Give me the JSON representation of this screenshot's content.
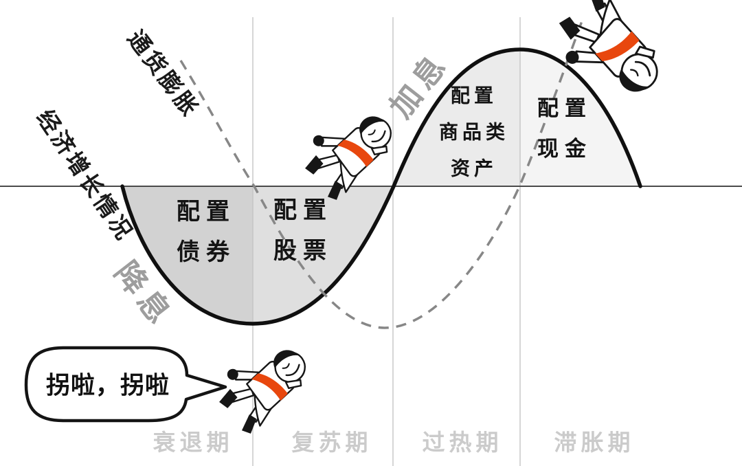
{
  "diagram": {
    "curve_labels": {
      "inflation": "通货膨胀",
      "growth": "经济增长情况"
    },
    "rate_labels": {
      "hike": "加息",
      "cut": "降息"
    },
    "allocations": {
      "bonds": {
        "lines": [
          "配置",
          "债券"
        ]
      },
      "stocks": {
        "lines": [
          "配置",
          "股票"
        ]
      },
      "commodities": {
        "lines": [
          "配置",
          "商品类",
          "资产"
        ]
      },
      "cash": {
        "lines": [
          "配置",
          "现金"
        ]
      }
    },
    "phases": [
      {
        "label": "衰退期"
      },
      {
        "label": "复苏期"
      },
      {
        "label": "过热期"
      },
      {
        "label": "滞胀期"
      }
    ],
    "speech_bubble": {
      "text": "拐啦，拐啦"
    },
    "colors": {
      "sash": "#e8470e",
      "solid_curve": "#101010",
      "dashed_curve": "#878787",
      "axis": "#4a4a4a",
      "gridline": "#c3c3c3",
      "valley_left": "#d2d2d2",
      "valley_right": "#dfdfdf",
      "hump_left": "#ebebeb",
      "hump_right": "#f4f4f4",
      "rate_label": "#9d9d9d",
      "phase_label": "#cbcbcb",
      "black_label": "#1a1a1a"
    }
  }
}
